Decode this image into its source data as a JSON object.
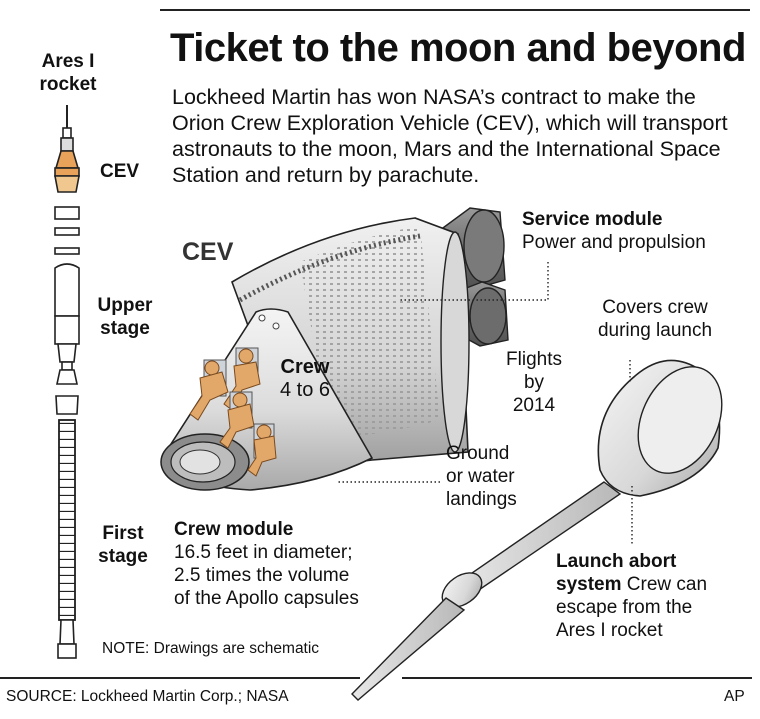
{
  "header": {
    "title": "Ticket to the moon and beyond",
    "intro": "Lockheed Martin has won NASA’s contract to make the Orion Crew Exploration Vehicle (CEV), which will transport astronauts to the moon, Mars and the International Space Station and return by parachute."
  },
  "rocket": {
    "name_line1": "Ares I",
    "name_line2": "rocket",
    "cev": "CEV",
    "upper_line1": "Upper",
    "upper_line2": "stage",
    "first_line1": "First",
    "first_line2": "stage"
  },
  "spacecraft": {
    "cev_label": "CEV",
    "crew_title": "Crew",
    "crew_count": "4 to 6",
    "service_title": "Service module",
    "service_desc": "Power and propulsion",
    "flights_l1": "Flights",
    "flights_l2": "by",
    "flights_l3": "2014",
    "landing_l1": "Ground",
    "landing_l2": "or water",
    "landing_l3": "landings",
    "crew_module_title": "Crew module",
    "crew_module_l1": "16.5 feet in diameter;",
    "crew_module_l2": "2.5 times the volume",
    "crew_module_l3": "of the Apollo capsules",
    "covers_l1": "Covers crew",
    "covers_l2": "during launch",
    "abort_title_l1": "Launch abort",
    "abort_title_l2": "system",
    "abort_desc_l2": "Crew can",
    "abort_desc_l3": "escape from the",
    "abort_desc_l4": "Ares I rocket"
  },
  "footer": {
    "note": "NOTE: Drawings are schematic",
    "source": "SOURCE: Lockheed Martin Corp.; NASA",
    "credit": "AP"
  },
  "colors": {
    "ink": "#111111",
    "capsule_orange": "#e8a25a",
    "metal_light": "#ececec",
    "metal_mid": "#c9c9c9",
    "metal_dark": "#8f8f8f",
    "astronaut": "#e2a86a"
  }
}
